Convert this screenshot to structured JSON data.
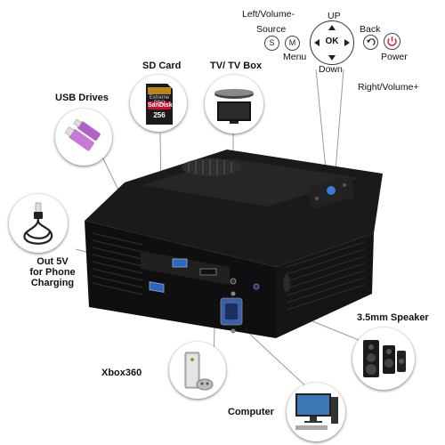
{
  "remote": {
    "up": "UP",
    "down": "Down",
    "left_volume": "Left/Volume-",
    "right_volume": "Right/Volume+",
    "ok": "OK",
    "source": "Source",
    "source_key": "S",
    "menu": "Menu",
    "menu_key": "M",
    "back": "Back",
    "power": "Power"
  },
  "connections": {
    "sd_card": "SD Card",
    "tv_box": "TV/ TV Box",
    "usb_drives": "USB Drives",
    "out_5v": [
      "Out 5V",
      "for Phone",
      "Charging"
    ],
    "speaker": "3.5mm Speaker",
    "xbox": "Xbox360",
    "computer": "Computer"
  },
  "sd_card_print": {
    "brand": "SanDisk",
    "line": "Extreme PRO",
    "size": "256"
  },
  "colors": {
    "power_red": "#d9262a",
    "projector": "#141414",
    "usb_blue": "#2a66c8",
    "vga_blue": "#3a5fa8",
    "cable": "#999999"
  }
}
